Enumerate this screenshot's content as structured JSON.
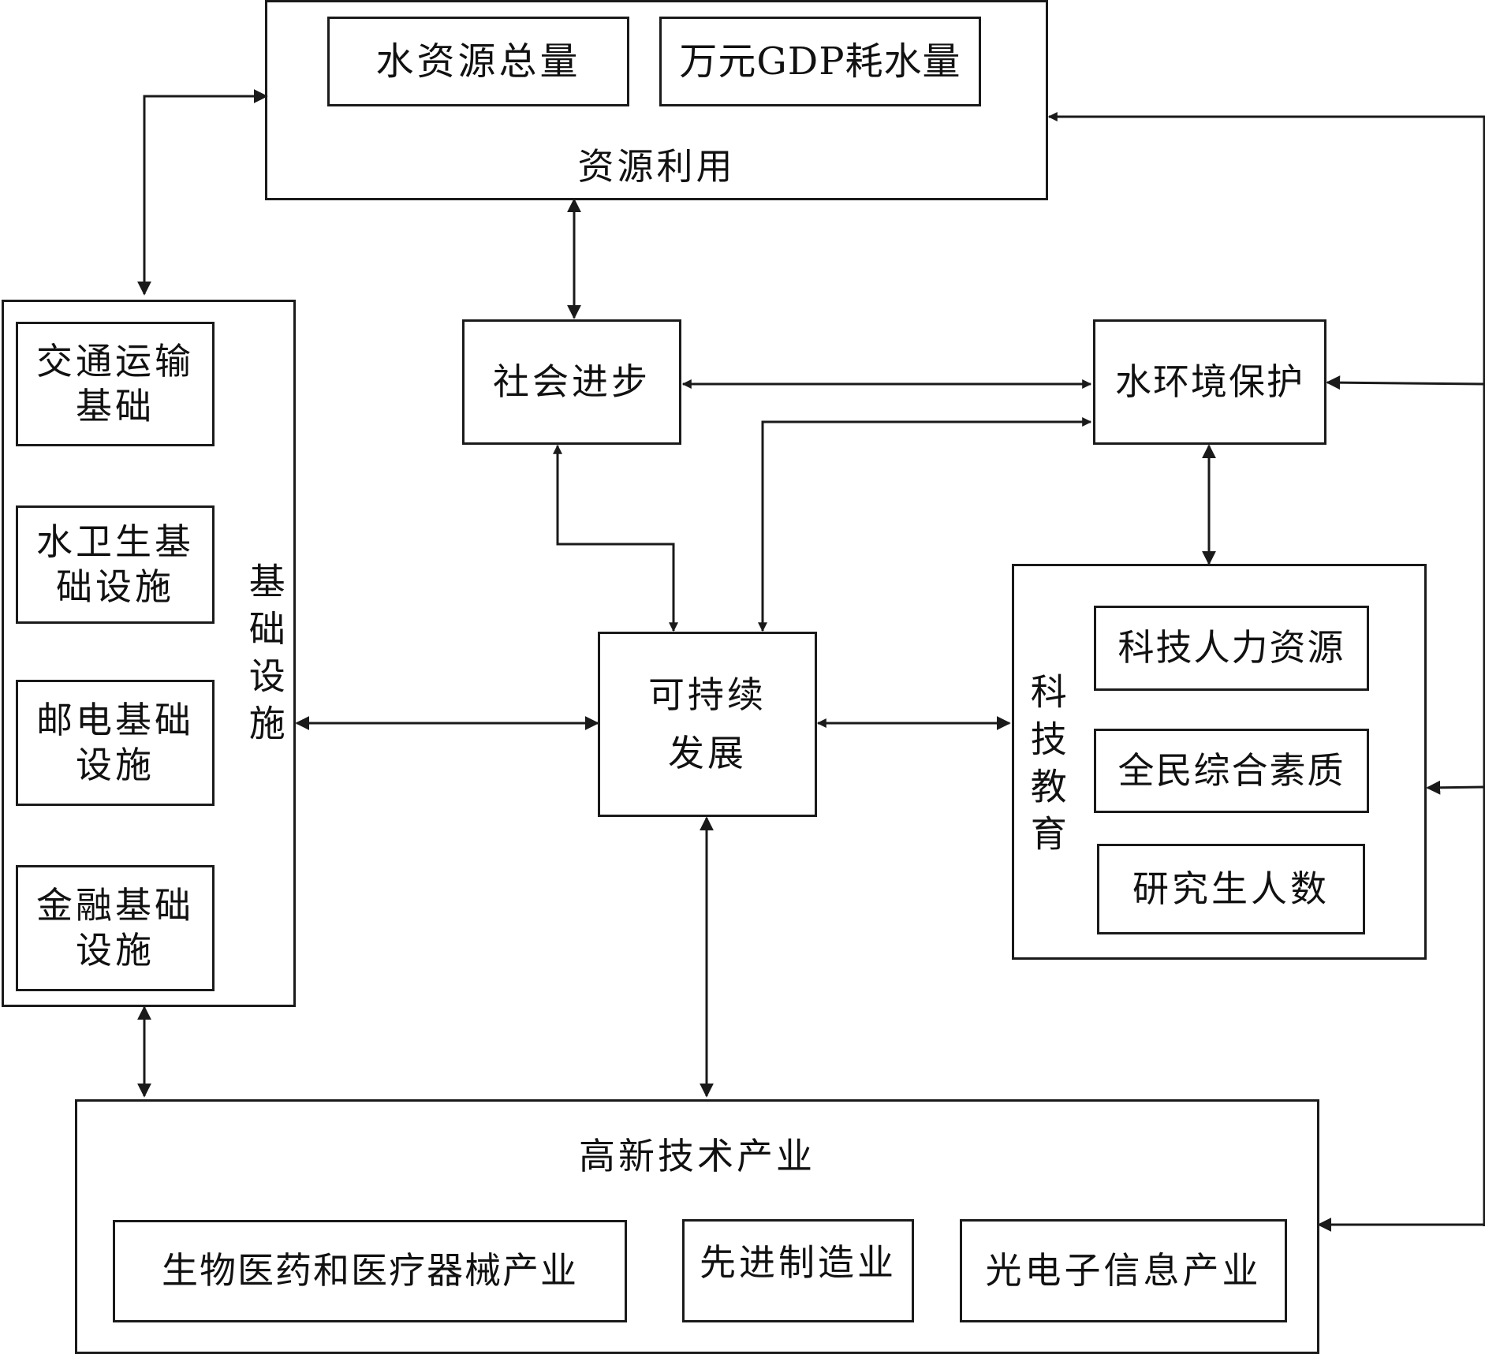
{
  "resource": {
    "title": "资源利用",
    "items": [
      "水资源总量",
      "万元GDP耗水量"
    ]
  },
  "infrastructure": {
    "title": "基础设施",
    "items": [
      {
        "line1": "交通运输",
        "line2": "基础"
      },
      {
        "line1": "水卫生基",
        "line2": "础设施"
      },
      {
        "line1": "邮电基础",
        "line2": "设施"
      },
      {
        "line1": "金融基础",
        "line2": "设施"
      }
    ]
  },
  "social": {
    "title": "社会进步"
  },
  "water_env": {
    "title": "水环境保护"
  },
  "sustainable": {
    "line1": "可持续",
    "line2": "发展"
  },
  "science": {
    "title": "科技教育",
    "items": [
      "科技人力资源",
      "全民综合素质",
      "研究生人数"
    ]
  },
  "hightech": {
    "title": "高新技术产业",
    "items": [
      "生物医药和医疗器械产业",
      "先进制造业",
      "光电子信息产业"
    ]
  },
  "colors": {
    "line": "#1a1a1a",
    "background": "#ffffff"
  }
}
